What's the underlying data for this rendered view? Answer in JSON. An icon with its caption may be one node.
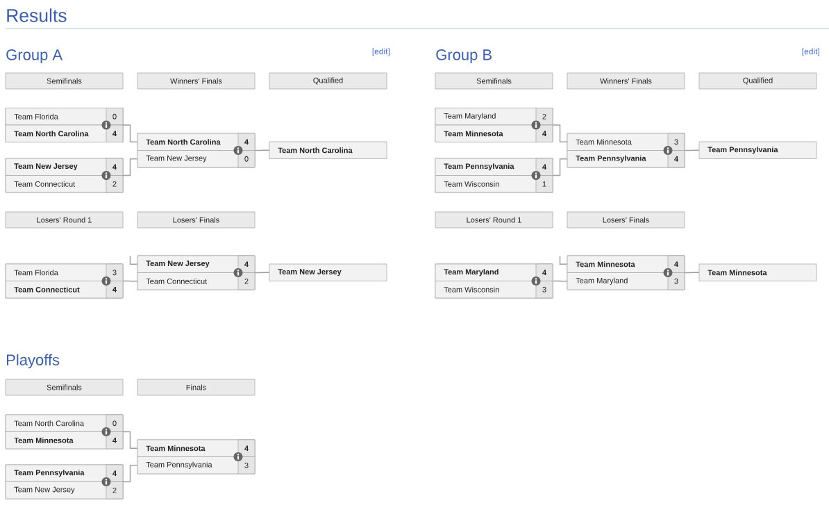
{
  "diagram": {
    "title": "Results",
    "nodes": [
      {
        "text": [
          "Semifinals"
        ]
      },
      {
        "text": [
          "Winners' Finals"
        ]
      },
      {
        "text": [
          "Qualified"
        ]
      },
      {
        "text": [],
        "shape": "box"
      },
      {
        "text": [
          "Team Florida",
          "0"
        ],
        "in": 3
      },
      {
        "text": [
          "Team North Carolina",
          "4"
        ],
        "in": 3
      },
      {
        "text": [],
        "shape": "box"
      },
      {
        "text": [
          "Team New Jersey",
          "4"
        ],
        "in": 6
      },
      {
        "text": [
          "Team Connecticut",
          "2"
        ],
        "in": 6
      },
      {
        "text": [],
        "shape": "box"
      },
      {
        "text": [
          "Team North Carolina",
          "4"
        ],
        "in": 9
      },
      {
        "text": [
          "Team New Jersey",
          "0"
        ],
        "in": 9
      },
      {
        "text": [
          "Team North Carolina"
        ]
      },
      {
        "text": [
          "Losers' Round 1"
        ]
      },
      {
        "text": [
          "Losers' Finals"
        ]
      },
      {
        "text": [],
        "shape": "box"
      },
      {
        "text": [
          "Team Florida",
          "3"
        ],
        "in": 15
      },
      {
        "text": [
          "Team Connecticut",
          "4"
        ],
        "in": 15
      },
      {
        "text": [],
        "shape": "box"
      },
      {
        "text": [
          "Team New Jersey",
          "4"
        ],
        "in": 18
      },
      {
        "text": [
          "Team Connecticut",
          "2"
        ],
        "in": 18
      },
      {
        "text": [
          "Team New Jersey"
        ]
      },
      {
        "text": [
          "Semifinals"
        ]
      },
      {
        "text": [
          "Winners' Finals"
        ]
      },
      {
        "text": [
          "Qualified"
        ]
      },
      {
        "text": [],
        "shape": "box"
      },
      {
        "text": [
          "Team Maryland",
          "2"
        ],
        "in": 25
      },
      {
        "text": [
          "Team Minnesota",
          "4"
        ],
        "in": 25
      },
      {
        "text": [],
        "shape": "box"
      },
      {
        "text": [
          "Team Pennsylvania",
          "4"
        ],
        "in": 28
      },
      {
        "text": [
          "Team Wisconsin",
          "1"
        ],
        "in": 28
      },
      {
        "text": [],
        "shape": "box"
      },
      {
        "text": [
          "Team Minnesota",
          "3"
        ],
        "in": 31
      },
      {
        "text": [
          "Team Pennsylvania",
          "4"
        ],
        "in": 31
      },
      {
        "text": [
          "Team Pennsylvania"
        ]
      },
      {
        "text": [
          "Losers' Round 1"
        ]
      },
      {
        "text": [
          "Losers' Finals"
        ]
      },
      {
        "text": [],
        "shape": "box"
      },
      {
        "text": [
          "Team Maryland",
          "4"
        ],
        "in": 37
      },
      {
        "text": [
          "Team Wisconsin",
          "3"
        ],
        "in": 37
      },
      {
        "text": [],
        "shape": "box"
      },
      {
        "text": [
          "Team Minnesota",
          "4"
        ],
        "in": 40
      },
      {
        "text": [
          "Team Maryland",
          "3"
        ],
        "in": 40
      },
      {
        "text": [
          "Team Minnesota"
        ]
      },
      {
        "text": [
          "Semifinals"
        ]
      },
      {
        "text": [
          "Finals"
        ]
      },
      {
        "text": [],
        "shape": "box"
      },
      {
        "text": [
          "Team North Carolina",
          "0"
        ],
        "in": 46
      },
      {
        "text": [
          "Team Minnesota",
          "4"
        ],
        "in": 46
      },
      {
        "text": [],
        "shape": "box"
      },
      {
        "text": [
          "Team Pennsylvania",
          "4"
        ],
        "in": 49
      },
      {
        "text": [
          "Team New Jersey",
          "2"
        ],
        "in": 49
      },
      {
        "text": [],
        "shape": "box"
      },
      {
        "text": [
          "Team Minnesota",
          "4"
        ],
        "in": 52
      },
      {
        "text": [
          "Team Pennsylvania",
          "3"
        ],
        "in": 52
      }
    ],
    "edges": [
      {
        "from": 3,
        "to": 10,
        "arrow": "none"
      },
      {
        "from": 6,
        "to": 11,
        "arrow": "none"
      },
      {
        "from": 9,
        "to": 12,
        "arrow": "none"
      },
      {
        "from": null,
        "to": 19,
        "arrow": "none"
      },
      {
        "from": 15,
        "to": 20,
        "arrow": "none"
      },
      {
        "from": 18,
        "to": 21,
        "arrow": "none"
      },
      {
        "from": 25,
        "to": 32,
        "arrow": "none"
      },
      {
        "from": 28,
        "to": 33,
        "arrow": "none"
      },
      {
        "from": 31,
        "to": 34,
        "arrow": "none"
      },
      {
        "from": null,
        "to": 41,
        "arrow": "none"
      },
      {
        "from": 37,
        "to": 42,
        "arrow": "none"
      },
      {
        "from": 40,
        "to": 43,
        "arrow": "none"
      },
      {
        "from": 46,
        "to": 53,
        "arrow": "none"
      },
      {
        "from": 49,
        "to": 54,
        "arrow": "none"
      }
    ],
    "labels": [
      "Group A",
      "[edit]",
      "Group B",
      "[edit]",
      "Playoffs"
    ]
  }
}
